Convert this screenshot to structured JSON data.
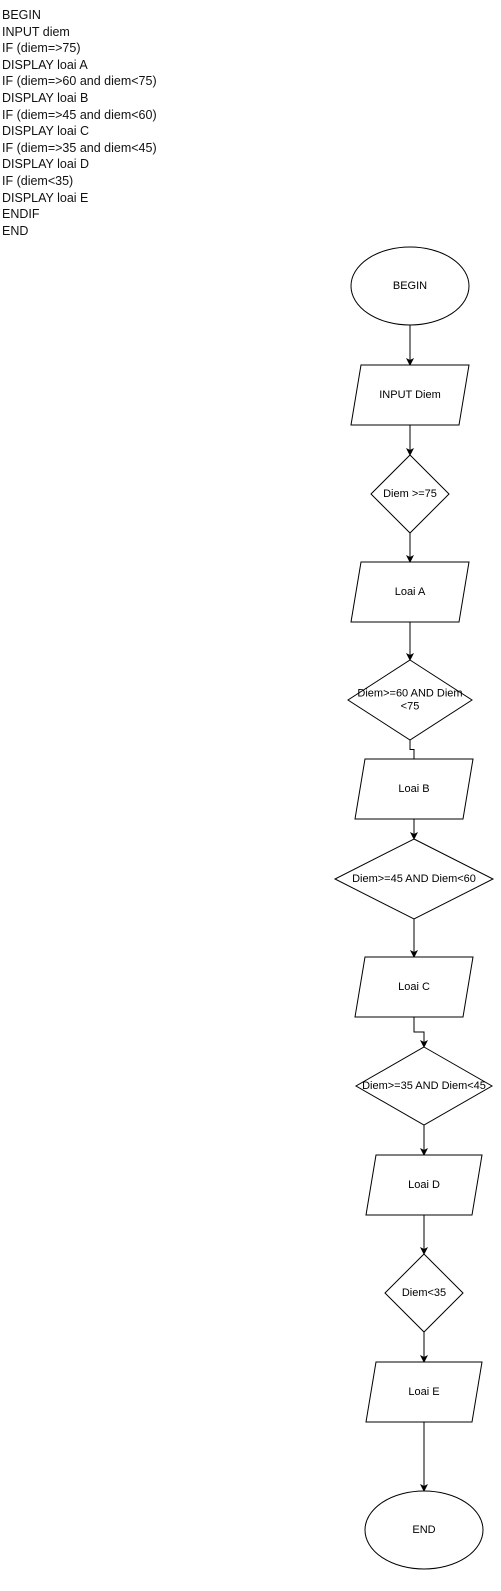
{
  "pseudocode": [
    "BEGIN",
    "INPUT diem",
    "IF (diem=>75)",
    "DISPLAY loai A",
    "IF (diem=>60 and diem<75)",
    "DISPLAY loai B",
    "IF (diem=>45 and diem<60)",
    "DISPLAY loai C",
    "IF (diem=>35 and diem<45)",
    "DISPLAY loai D",
    "IF (diem<35)",
    "DISPLAY loai E",
    "ENDIF",
    "END"
  ],
  "flowchart": {
    "nodes": [
      {
        "id": "begin",
        "shape": "ellipse",
        "lines": [
          "BEGIN"
        ]
      },
      {
        "id": "input",
        "shape": "parallelogram",
        "lines": [
          "INPUT Diem"
        ]
      },
      {
        "id": "cond1",
        "shape": "diamond",
        "lines": [
          "Diem >=75"
        ]
      },
      {
        "id": "loai-a",
        "shape": "parallelogram",
        "lines": [
          "Loai A"
        ]
      },
      {
        "id": "cond2",
        "shape": "diamond",
        "lines": [
          "Diem>=60 AND Diem",
          "<75"
        ]
      },
      {
        "id": "loai-b",
        "shape": "parallelogram",
        "lines": [
          "Loai B"
        ]
      },
      {
        "id": "cond3",
        "shape": "diamond",
        "lines": [
          "Diem>=45 AND Diem<60"
        ]
      },
      {
        "id": "loai-c",
        "shape": "parallelogram",
        "lines": [
          "Loai C"
        ]
      },
      {
        "id": "cond4",
        "shape": "diamond",
        "lines": [
          "Diem>=35 AND Diem<45"
        ]
      },
      {
        "id": "loai-d",
        "shape": "parallelogram",
        "lines": [
          "Loai D"
        ]
      },
      {
        "id": "cond5",
        "shape": "diamond",
        "lines": [
          "Diem<35"
        ]
      },
      {
        "id": "loai-e",
        "shape": "parallelogram",
        "lines": [
          "Loai E"
        ]
      },
      {
        "id": "end",
        "shape": "ellipse",
        "lines": [
          "END"
        ]
      }
    ],
    "edges": [
      {
        "from": "begin",
        "to": "input",
        "arrow": true
      },
      {
        "from": "input",
        "to": "cond1",
        "arrow": true
      },
      {
        "from": "cond1",
        "to": "loai-a",
        "arrow": true
      },
      {
        "from": "loai-a",
        "to": "cond2",
        "arrow": true
      },
      {
        "from": "cond2",
        "to": "loai-b",
        "arrow": false
      },
      {
        "from": "loai-b",
        "to": "cond3",
        "arrow": true
      },
      {
        "from": "cond3",
        "to": "loai-c",
        "arrow": true
      },
      {
        "from": "loai-c",
        "to": "cond4",
        "arrow": true
      },
      {
        "from": "cond4",
        "to": "loai-d",
        "arrow": true
      },
      {
        "from": "loai-d",
        "to": "cond5",
        "arrow": true
      },
      {
        "from": "cond5",
        "to": "loai-e",
        "arrow": true
      },
      {
        "from": "loai-e",
        "to": "end",
        "arrow": true
      }
    ]
  }
}
